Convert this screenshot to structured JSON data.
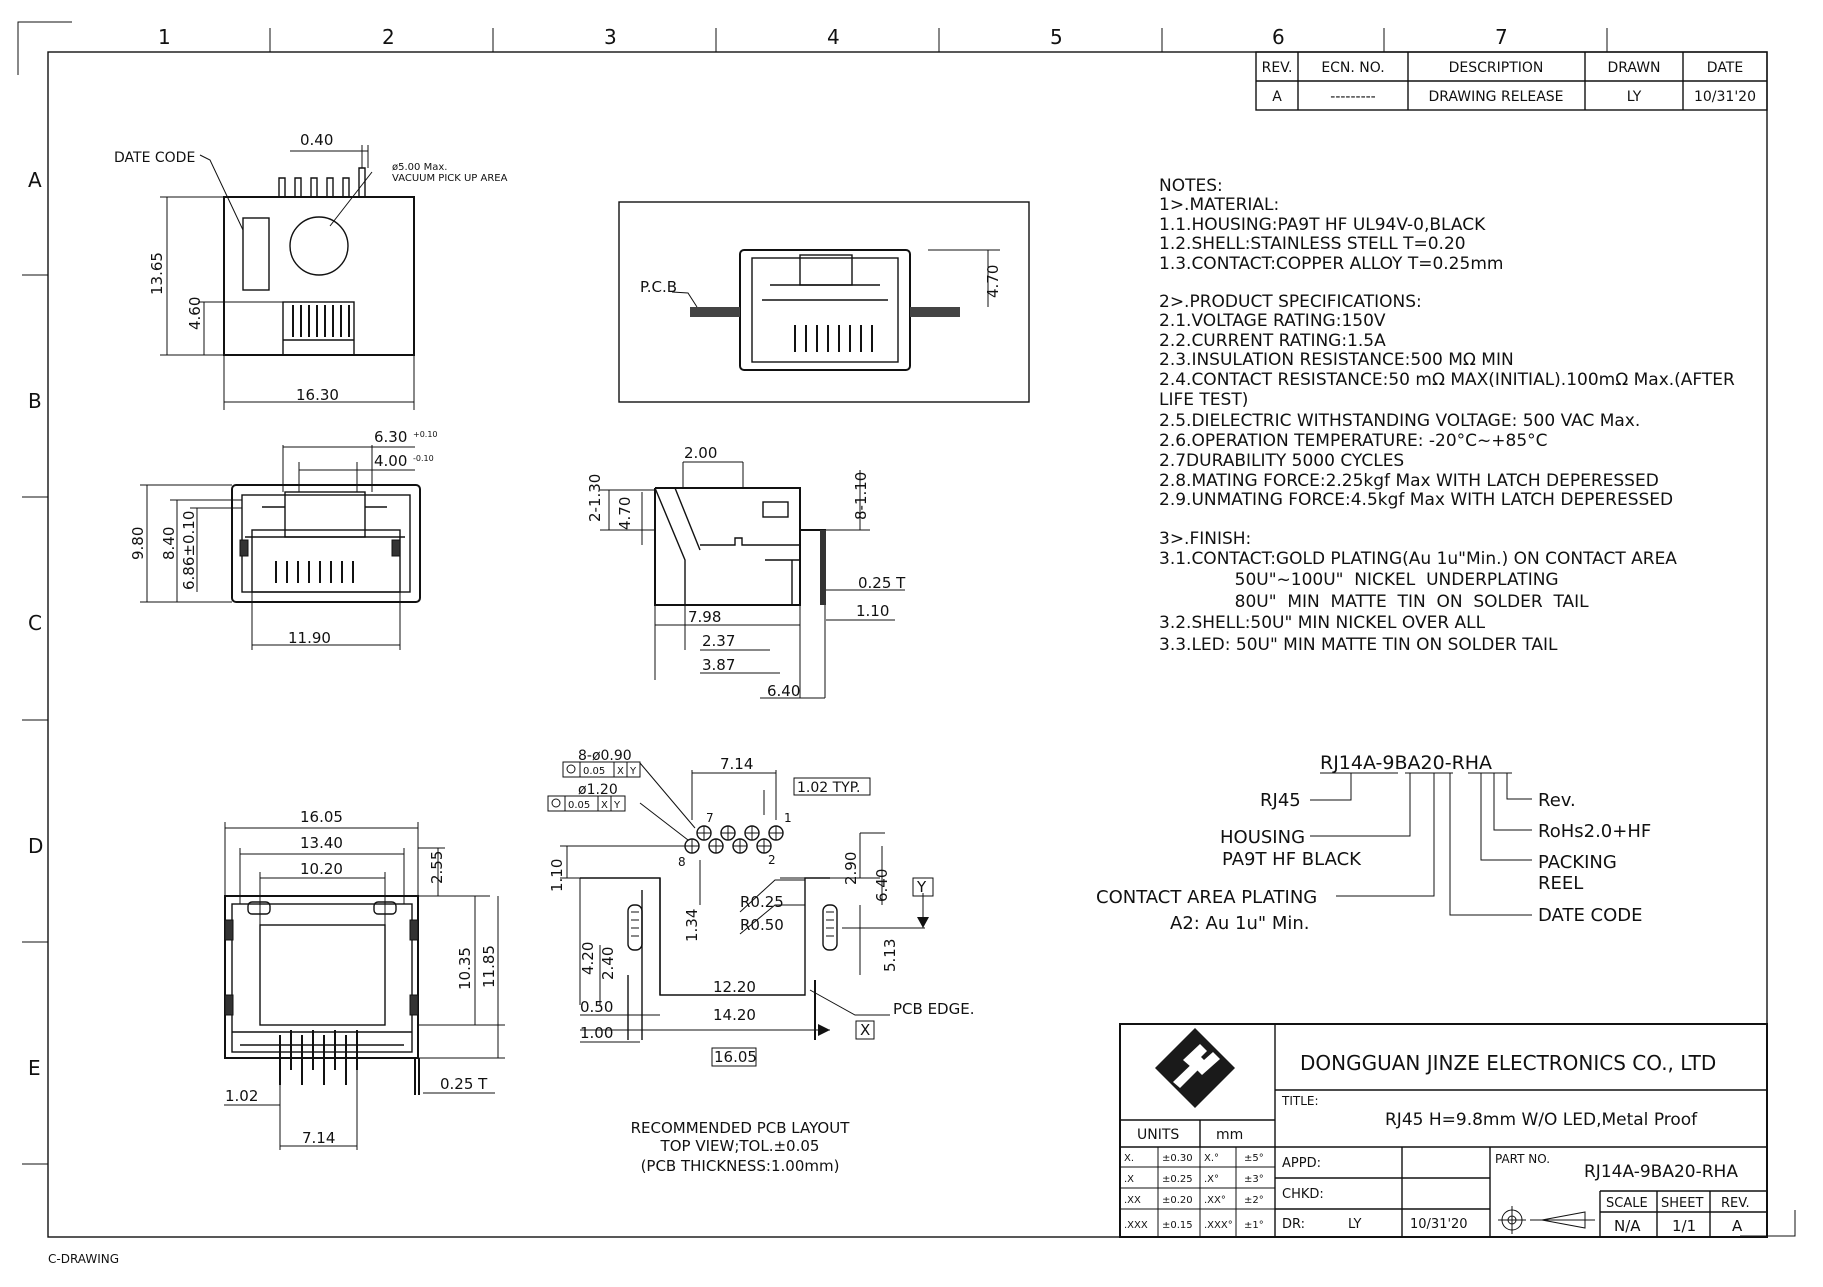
{
  "grid": {
    "columns": [
      "1",
      "2",
      "3",
      "4",
      "5",
      "6",
      "7"
    ],
    "rows": [
      "A",
      "B",
      "C",
      "D",
      "E"
    ]
  },
  "revision_table": {
    "headers": [
      "REV.",
      "ECN. NO.",
      "DESCRIPTION",
      "DRAWN",
      "DATE"
    ],
    "row": [
      "A",
      "---------",
      "DRAWING RELEASE",
      "LY",
      "10/31'20"
    ]
  },
  "top_view": {
    "date_code": "DATE CODE",
    "vacuum_1": "ø5.00 Max.",
    "vacuum_2": "VACUUM PICK UP AREA",
    "dim_pin": "0.40",
    "dim_height": "13.65",
    "dim_lower": "4.60",
    "dim_width": "16.30"
  },
  "front_view": {
    "dim_6_30": "6.30",
    "dim_4_00": "4.00",
    "dim_9_80": "9.80",
    "dim_8_40": "8.40",
    "dim_6_86": "6.86±0.10",
    "dim_11_90": "11.90",
    "tol": "+0.10",
    "tol2": "-0.10"
  },
  "pcb_view": {
    "pcb_label": "P.C.B",
    "dim_4_70": "4.70"
  },
  "side_view": {
    "dim_2_00": "2.00",
    "dim_2_130": "2-1.30",
    "dim_4_70": "4.70",
    "dim_8_110": "8-1.10",
    "dim_0_25t": "0.25 T",
    "dim_1_10": "1.10",
    "dim_7_98": "7.98",
    "dim_2_37": "2.37",
    "dim_3_87": "3.87",
    "dim_6_40": "6.40"
  },
  "notes": [
    "NOTES:",
    "1>.MATERIAL:",
    "1.1.HOUSING:PA9T  HF  UL94V-0,BLACK",
    "1.2.SHELL:STAINLESS  STELL  T=0.20",
    "1.3.CONTACT:COPPER  ALLOY  T=0.25mm",
    "",
    "2>.PRODUCT  SPECIFICATIONS:",
    "2.1.VOLTAGE  RATING:150V",
    "2.2.CURRENT  RATING:1.5A",
    "2.3.INSULATION  RESISTANCE:500  MΩ  MIN",
    "2.4.CONTACT  RESISTANCE:50  mΩ  MAX(INITIAL).100mΩ  Max.(AFTER",
    "LIFE  TEST)",
    "2.5.DIELECTRIC  WITHSTANDING  VOLTAGE:  500  VAC  Max.",
    "2.6.OPERATION  TEMPERATURE:  -20°C~+85°C",
    "2.7DURABILITY  5000  CYCLES",
    "2.8.MATING  FORCE:2.25kgf  Max  WITH  LATCH  DEPERESSED",
    "2.9.UNMATING  FORCE:4.5kgf  Max  WITH  LATCH  DEPERESSED",
    "",
    "3>.FINISH:",
    "3.1.CONTACT:GOLD  PLATING(Au  1u\"Min.)  ON  CONTACT  AREA",
    "              50U\"~100U\"  NICKEL  UNDERPLATING",
    "              80U\"  MIN  MATTE  TIN  ON  SOLDER  TAIL",
    "3.2.SHELL:50U\"  MIN  NICKEL  OVER  ALL",
    "3.3.LED:  50U\"  MIN  MATTE  TIN  ON  SOLDER  TAIL"
  ],
  "part_code": {
    "code": "RJ14A-9BA20-RHA",
    "rj45": "RJ45",
    "housing_1": "HOUSING",
    "housing_2": "PA9T  HF  BLACK",
    "plating_1": "CONTACT  AREA  PLATING",
    "plating_2": "A2:  Au  1u\"  Min.",
    "rev": "Rev.",
    "rohs": "RoHs2.0+HF",
    "packing_1": "PACKING",
    "packing_2": "REEL",
    "date_code": "DATE  CODE"
  },
  "bottom_view": {
    "dim_16_05": "16.05",
    "dim_13_40": "13.40",
    "dim_10_20": "10.20",
    "dim_2_55": "2.55",
    "dim_10_35": "10.35",
    "dim_11_85": "11.85",
    "dim_1_02": "1.02",
    "dim_7_14": "7.14",
    "dim_0_25t": "0.25 T"
  },
  "pcb_layout": {
    "hole_8": "8-ø0.90",
    "fcf_1": "0.05",
    "hole_2": "ø1.20",
    "fcf_2": "0.05",
    "datum_x": "X",
    "datum_y": "Y",
    "dim_7_14": "7.14",
    "dim_1_02_typ": "1.02 TYP.",
    "pin_7": "7",
    "pin_1": "1",
    "pin_8": "8",
    "pin_2": "2",
    "dim_1_10": "1.10",
    "dim_2_90": "2.90",
    "dim_6_40": "6.40",
    "r025": "R0.25",
    "r050": "R0.50",
    "dim_1_34": "1.34",
    "dim_4_20": "4.20",
    "dim_2_40": "2.40",
    "dim_5_13": "5.13",
    "dim_12_20": "12.20",
    "dim_0_50": "0.50",
    "dim_14_20": "14.20",
    "dim_1_00": "1.00",
    "dim_16_05": "16.05",
    "pcb_edge": "PCB EDGE.",
    "caption_1": "RECOMMENDED  PCB  LAYOUT",
    "caption_2": "TOP  VIEW;TOL.±0.05",
    "caption_3": "(PCB  THICKNESS:1.00mm)"
  },
  "title_block": {
    "company": "DONGGUAN  JINZE  ELECTRONICS  CO.,  LTD",
    "title_label": "TITLE:",
    "title": "RJ45  H=9.8mm  W/O  LED,Metal  Proof",
    "units_label": "UNITS",
    "units_value": "mm",
    "tol_rows": [
      [
        "X.",
        "±0.30",
        "X.°",
        "±5°"
      ],
      [
        ".X",
        "±0.25",
        ".X°",
        "±3°"
      ],
      [
        ".XX",
        "±0.20",
        ".XX°",
        "±2°"
      ],
      [
        ".XXX",
        "±0.15",
        ".XXX°",
        "±1°"
      ]
    ],
    "appd": "APPD:",
    "chkd": "CHKD:",
    "dr": "DR:",
    "dr_name": "LY",
    "dr_date": "10/31'20",
    "part_no_label": "PART NO.",
    "part_no": "RJ14A-9BA20-RHA",
    "scale_label": "SCALE",
    "sheet_label": "SHEET",
    "rev_label": "REV.",
    "scale": "N/A",
    "sheet": "1/1",
    "rev": "A"
  },
  "footer": "C-DRAWING"
}
